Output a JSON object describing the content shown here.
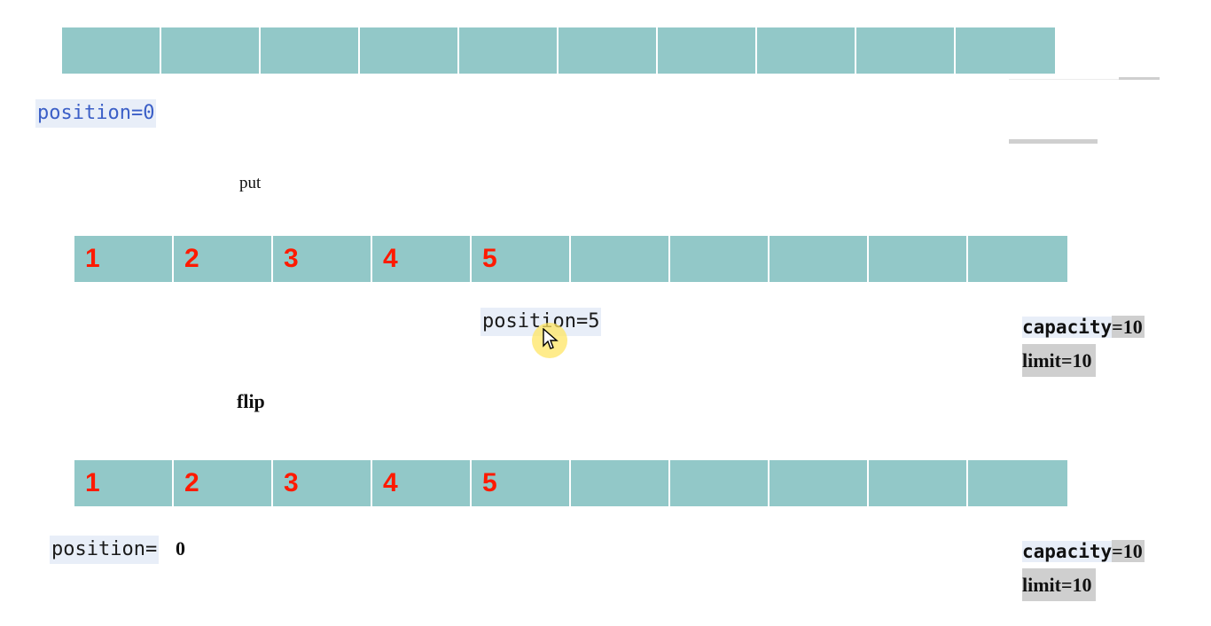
{
  "buffers": [
    {
      "id": "initial",
      "cells": [
        "",
        "",
        "",
        "",
        "",
        "",
        "",
        "",
        "",
        ""
      ]
    },
    {
      "id": "after-put",
      "cells": [
        "1",
        "2",
        "3",
        "4",
        "5",
        "",
        "",
        "",
        "",
        ""
      ]
    },
    {
      "id": "after-flip",
      "cells": [
        "1",
        "2",
        "3",
        "4",
        "5",
        "",
        "",
        "",
        "",
        ""
      ]
    }
  ],
  "labels": {
    "position_initial": "position=0",
    "put": "put",
    "position_after_put": "position=5",
    "flip": "flip",
    "position_after_flip_key": "position=",
    "position_after_flip_value": "0"
  },
  "capacity_blocks": [
    {
      "capacity_key": "capacity",
      "capacity_value": "=10",
      "limit": "limit=10"
    },
    {
      "capacity_key": "capacity",
      "capacity_value": "=10",
      "limit": "limit=10"
    }
  ],
  "colors": {
    "cell": "#92c8c8",
    "digit": "#ff1a00",
    "label_bg": "#e8eef8",
    "highlight": "#cfcfcf",
    "cursor_halo": "#ffe664"
  },
  "icons": {
    "cursor": "move-cursor-icon"
  }
}
